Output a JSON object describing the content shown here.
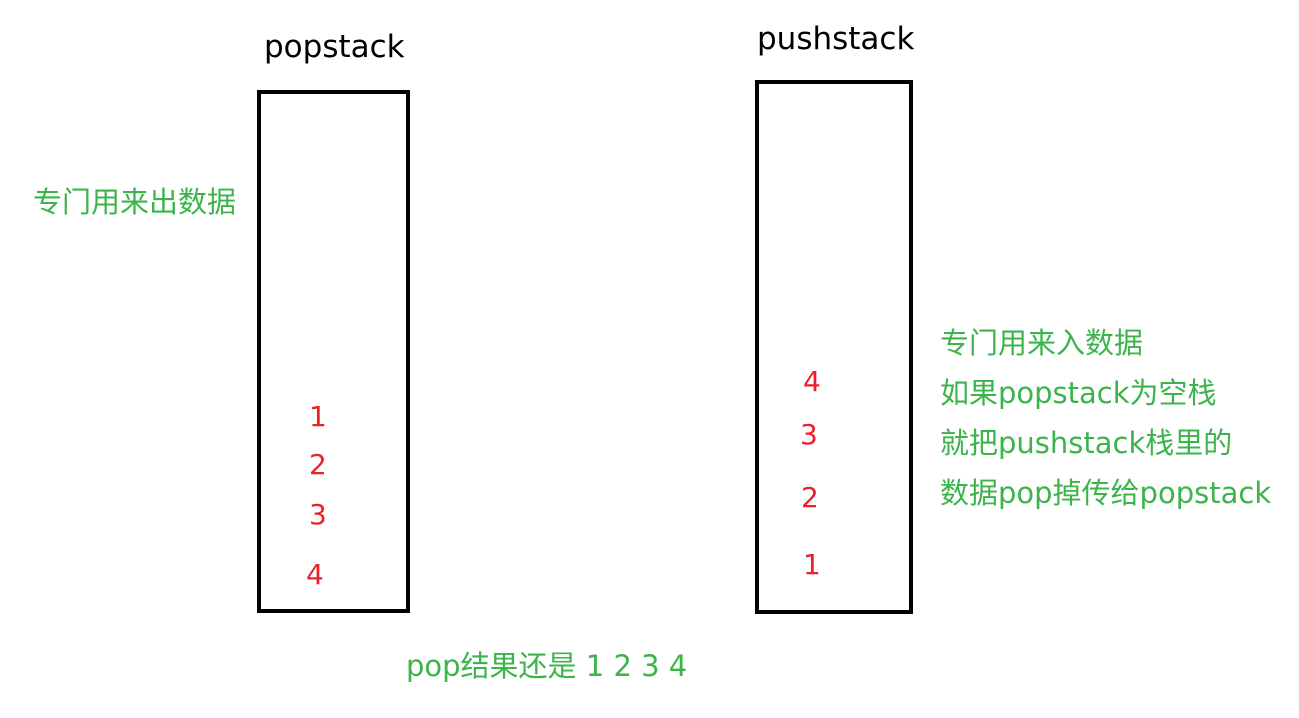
{
  "pop_stack": {
    "title": "popstack",
    "note": "专门用来出数据",
    "items": [
      "1",
      "2",
      "3",
      "4"
    ]
  },
  "push_stack": {
    "title": "pushstack",
    "items": [
      "4",
      "3",
      "2",
      "1"
    ],
    "note_lines": [
      "专门用来入数据",
      "如果popstack为空栈",
      "就把pushstack栈里的",
      "数据pop掉传给popstack"
    ]
  },
  "result_text": "pop结果还是 1 2  3 4",
  "colors": {
    "box_border": "#000000",
    "note_text": "#3cb44b",
    "number_text": "#e8222a"
  }
}
